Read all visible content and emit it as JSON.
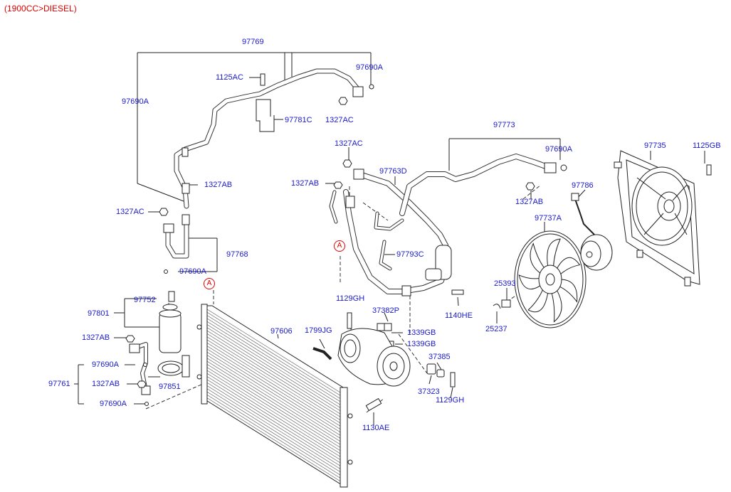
{
  "title": "(1900CC>DIESEL)",
  "callouts": {
    "a1": "A",
    "a2": "A"
  },
  "labels": {
    "p97769": "97769",
    "p1125ac": "1125AC",
    "p97690a_top": "97690A",
    "p97690a_left": "97690A",
    "p97781c": "97781C",
    "p1327ac_top": "1327AC",
    "p1327ab_left": "1327AB",
    "p1327ac_left": "1327AC",
    "p97768": "97768",
    "p97690a_mid": "97690A",
    "p97752": "97752",
    "p97801": "97801",
    "p1327ab_low": "1327AB",
    "p97690a_low1": "97690A",
    "p97761": "97761",
    "p1327ab_low2": "1327AB",
    "p97690a_low2": "97690A",
    "p97851": "97851",
    "p97606": "97606",
    "p1799jg": "1799JG",
    "p1327ac_mid": "1327AC",
    "p1327ab_mid": "1327AB",
    "p97763d": "97763D",
    "p97793c": "97793C",
    "p1129gh_top": "1129GH",
    "p37382p": "37382P",
    "p1339gb_1": "1339GB",
    "p1339gb_2": "1339GB",
    "p37385": "37385",
    "p37323": "37323",
    "p1129gh_low": "1129GH",
    "p1130ae": "1130AE",
    "p1140he": "1140HE",
    "p97773": "97773",
    "p97690a_right": "97690A",
    "p1327ab_right": "1327AB",
    "p97737a": "97737A",
    "p25393": "25393",
    "p25237": "25237",
    "p97735": "97735",
    "p1125gb": "1125GB",
    "p97786": "97786"
  }
}
